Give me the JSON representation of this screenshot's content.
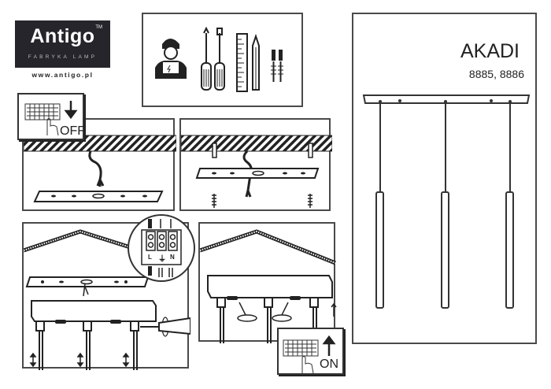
{
  "brand": {
    "name": "Antigo",
    "trademark": "TM",
    "tagline": "FABRYKA LAMP",
    "url": "www.antigo.pl"
  },
  "product": {
    "title": "AKADI",
    "model_codes": "8885, 8886"
  },
  "tools_panel": {
    "icons": [
      "electrician-icon",
      "phillips-screwdriver-icon",
      "flat-screwdriver-icon",
      "ruler-icon",
      "pencil-icon",
      "wall-plug-screw-icon"
    ]
  },
  "steps": [
    {
      "id": 1,
      "description": "Turn power off, ceiling with cable and mounting plate",
      "switch_label": "OFF",
      "switch_arrow": "down"
    },
    {
      "id": 2,
      "description": "Fix mounting plate to ceiling with wall plugs and screws"
    },
    {
      "id": 3,
      "description": "Connect wires in terminal block and adjust cable heights",
      "terminal_labels": [
        "L",
        "⏚",
        "N"
      ]
    },
    {
      "id": 4,
      "description": "Attach canopy with screws, turn power on",
      "switch_label": "ON",
      "switch_arrow": "up"
    }
  ],
  "lamp_illustration": {
    "pendants": 3
  },
  "colors": {
    "line": "#333333",
    "logo_bg": "#26252b",
    "background": "#ffffff"
  }
}
